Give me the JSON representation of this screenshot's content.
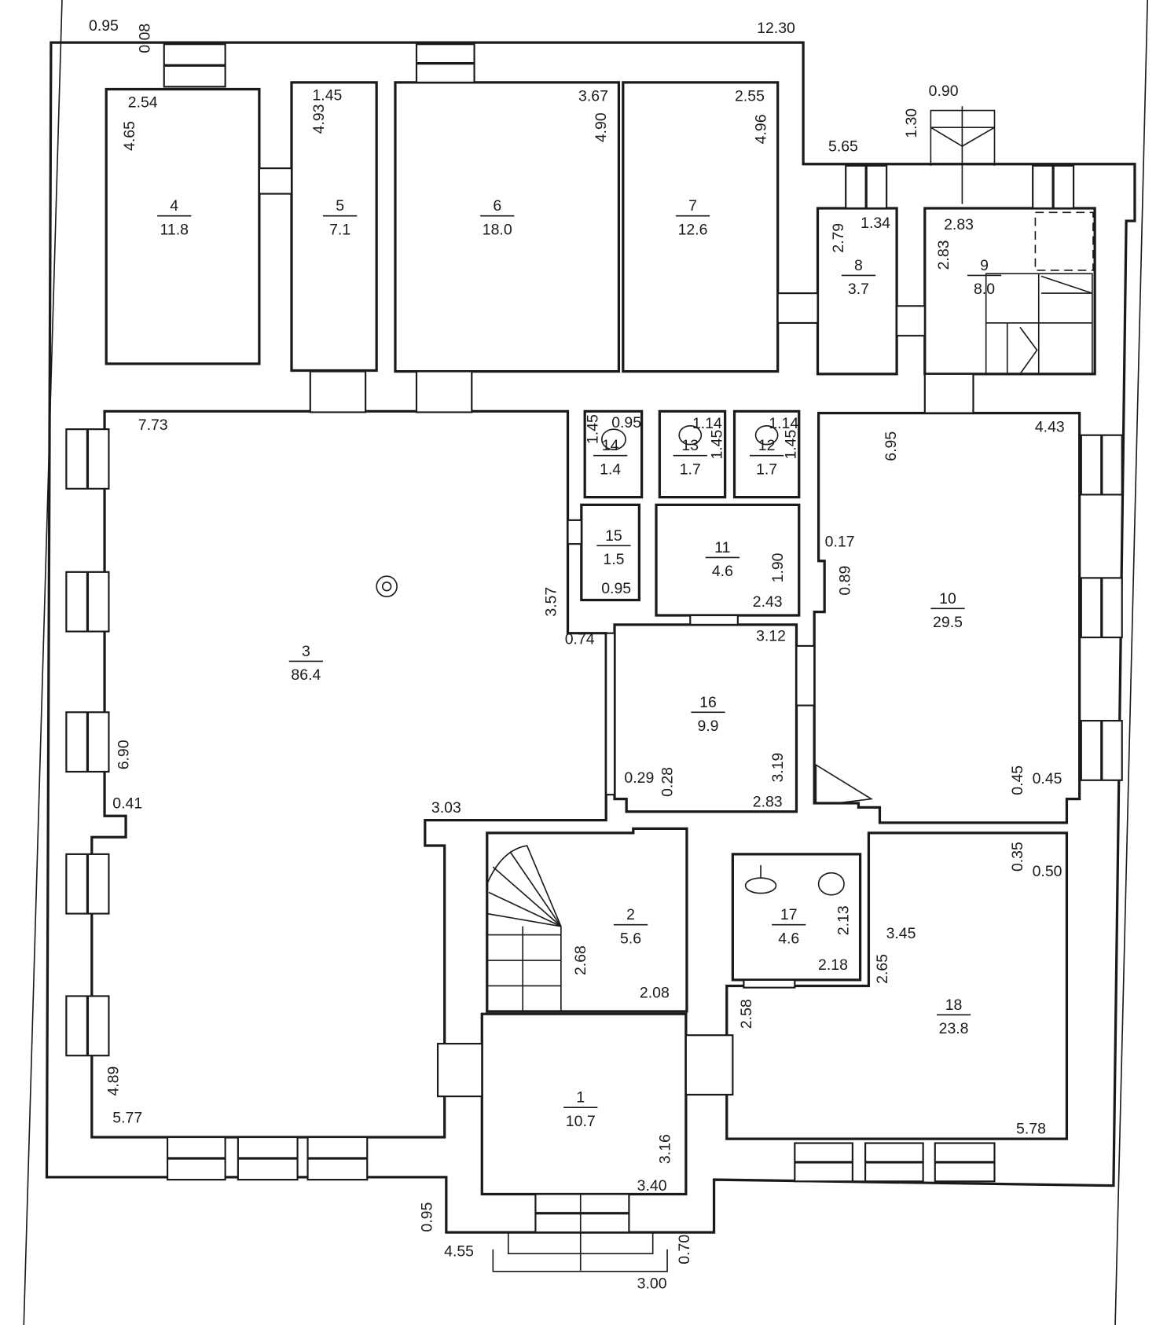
{
  "plan": {
    "rooms": [
      {
        "number": "4",
        "area": "11.8"
      },
      {
        "number": "5",
        "area": "7.1"
      },
      {
        "number": "6",
        "area": "18.0"
      },
      {
        "number": "7",
        "area": "12.6"
      },
      {
        "number": "8",
        "area": "3.7"
      },
      {
        "number": "9",
        "area": "8.0"
      },
      {
        "number": "3",
        "area": "86.4"
      },
      {
        "number": "14",
        "area": "1.4"
      },
      {
        "number": "13",
        "area": "1.7"
      },
      {
        "number": "12",
        "area": "1.7"
      },
      {
        "number": "15",
        "area": "1.5"
      },
      {
        "number": "11",
        "area": "4.6"
      },
      {
        "number": "16",
        "area": "9.9"
      },
      {
        "number": "10",
        "area": "29.5"
      },
      {
        "number": "2",
        "area": "5.6"
      },
      {
        "number": "1",
        "area": "10.7"
      },
      {
        "number": "17",
        "area": "4.6"
      },
      {
        "number": "18",
        "area": "23.8"
      }
    ],
    "dimensions": [
      "0.95",
      "0.08",
      "12.30",
      "0.90",
      "1.30",
      "5.65",
      "2.54",
      "4.65",
      "1.45",
      "4.93",
      "3.67",
      "4.90",
      "2.55",
      "4.96",
      "1.34",
      "2.79",
      "2.83",
      "2.83",
      "7.73",
      "3.57",
      "0.74",
      "6.90",
      "0.41",
      "3.03",
      "4.89",
      "5.77",
      "0.95",
      "1.45",
      "1.14",
      "1.45",
      "1.14",
      "1.45",
      "0.95",
      "1.90",
      "2.43",
      "3.12",
      "0.29",
      "0.28",
      "3.19",
      "2.83",
      "6.95",
      "4.43",
      "0.17",
      "0.89",
      "0.45",
      "0.45",
      "2.68",
      "2.08",
      "3.16",
      "3.40",
      "2.13",
      "2.18",
      "0.35",
      "0.50",
      "3.45",
      "2.65",
      "2.58",
      "5.78",
      "0.95",
      "4.55",
      "3.00",
      "0.70"
    ]
  }
}
